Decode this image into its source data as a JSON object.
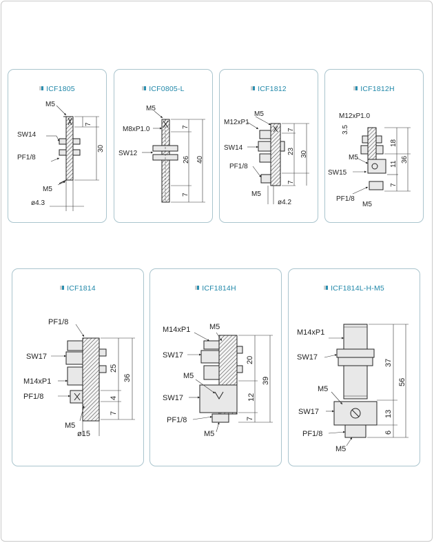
{
  "cards": [
    {
      "title": "ICF1805",
      "labels": {
        "m5_top": "M5",
        "sw": "SW14",
        "pf": "PF1/8",
        "m5_bot": "M5",
        "dia": "ø4.3"
      },
      "dims": {
        "d1": "7",
        "d2": "30"
      }
    },
    {
      "title": "ICF0805-L",
      "labels": {
        "m5": "M5",
        "thread": "M8xP1.0",
        "sw": "SW12"
      },
      "dims": {
        "d1": "7",
        "d2": "26",
        "d3": "40",
        "d4": "7"
      }
    },
    {
      "title": "ICF1812",
      "labels": {
        "m5_top": "M5",
        "thread": "M12xP1",
        "sw": "SW14",
        "pf": "PF1/8",
        "m5_bot": "M5",
        "dia": "ø4.2"
      },
      "dims": {
        "d1": "7",
        "d2": "23",
        "d3": "30",
        "d4": "7"
      }
    },
    {
      "title": "ICF1812H",
      "labels": {
        "thread": "M12xP1.0",
        "m5": "M5",
        "sw": "SW15",
        "pf": "PF1/8",
        "m5_bot": "M5"
      },
      "dims": {
        "d1": "3.5",
        "d2": "18",
        "d3": "36",
        "d4": "11",
        "d5": "7"
      }
    },
    {
      "title": "ICF1814",
      "labels": {
        "pf_top": "PF1/8",
        "sw": "SW17",
        "thread": "M14xP1",
        "pf": "PF1/8",
        "m5": "M5",
        "dia": "ø15"
      },
      "dims": {
        "d1": "25",
        "d2": "36",
        "d3": "4",
        "d4": "7"
      }
    },
    {
      "title": "ICF1814H",
      "labels": {
        "thread": "M14xP1",
        "m5_top": "M5",
        "sw_top": "SW17",
        "m5_mid": "M5",
        "sw": "SW17",
        "pf": "PF1/8",
        "m5_bot": "M5"
      },
      "dims": {
        "d1": "20",
        "d2": "39",
        "d3": "12",
        "d4": "7"
      }
    },
    {
      "title": "ICF1814L-H-M5",
      "labels": {
        "thread": "M14xP1",
        "sw_top": "SW17",
        "m5": "M5",
        "sw": "SW17",
        "pf": "PF1/8",
        "m5_bot": "M5"
      },
      "dims": {
        "d1": "37",
        "d2": "56",
        "d3": "13",
        "d4": "6"
      }
    }
  ]
}
